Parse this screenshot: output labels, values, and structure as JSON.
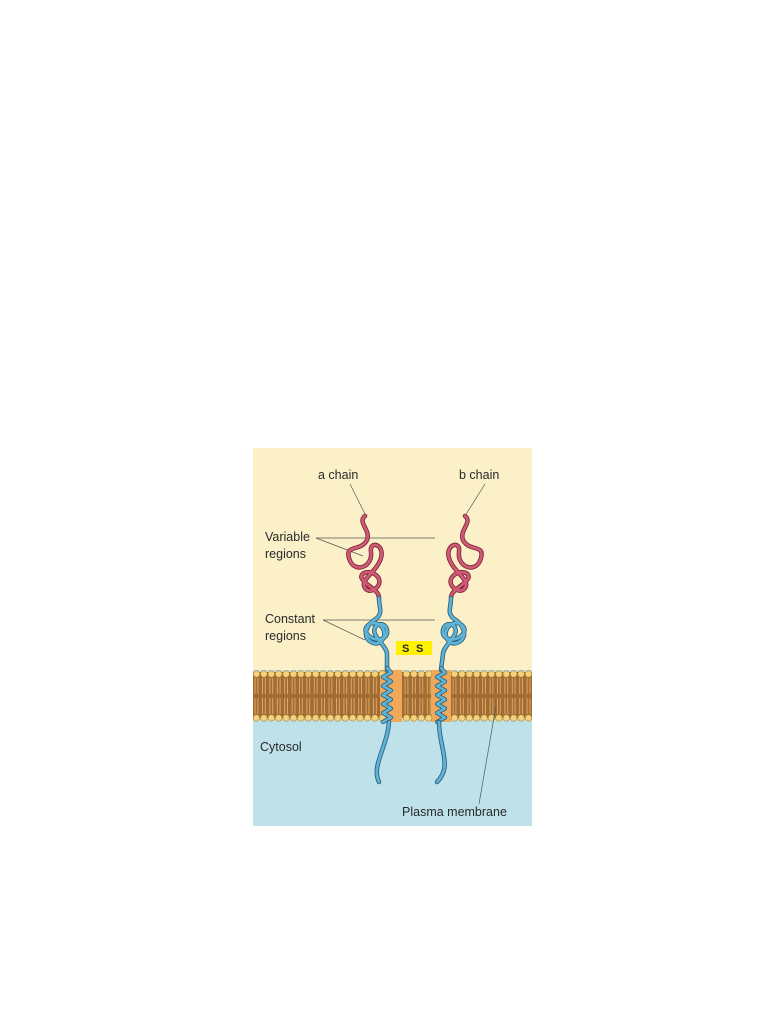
{
  "figure": {
    "labels": {
      "a_chain": "a chain",
      "b_chain": "b chain",
      "variable_line1": "Variable",
      "variable_line2": "regions",
      "constant_line1": "Constant",
      "constant_line2": "regions",
      "disulfide_left": "S",
      "disulfide_right": "S",
      "cytosol": "Cytosol",
      "plasma_membrane": "Plasma membrane"
    },
    "colors": {
      "extracellular": "#fbf0c8",
      "cytosol": "#bfe1ea",
      "membrane_tails": "#b27a3e",
      "lipid_heads": "#f3d27a",
      "variable_region": "#cf5a75",
      "constant_region": "#5fb3d6",
      "disulfide_box": "#fff200",
      "channel": "#f0a95a"
    }
  }
}
